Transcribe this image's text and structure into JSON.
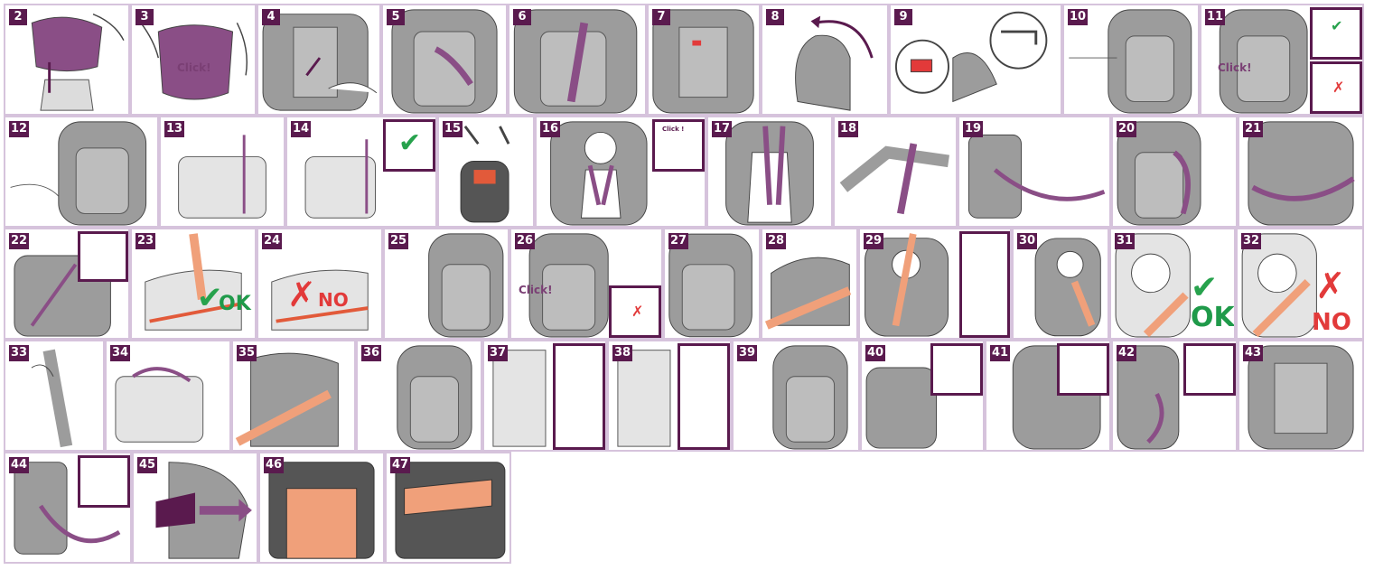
{
  "colors": {
    "purple": "#5a1a4e",
    "strap_purple": "#8a4e86",
    "seat_gray": "#9c9c9c",
    "belt_orange": "#f0a07a",
    "ok_green": "#27a24d",
    "no_red": "#e23a3a",
    "frame_lilac": "#d6c3dc"
  },
  "steps": [
    "2",
    "3",
    "4",
    "5",
    "6",
    "7",
    "8",
    "9",
    "10",
    "11",
    "12",
    "13",
    "14",
    "15",
    "16",
    "17",
    "18",
    "19",
    "20",
    "21",
    "22",
    "23",
    "24",
    "25",
    "26",
    "27",
    "28",
    "29",
    "30",
    "31",
    "32",
    "33",
    "34",
    "35",
    "36",
    "37",
    "38",
    "39",
    "40",
    "41",
    "42",
    "43",
    "44",
    "45",
    "46",
    "47"
  ],
  "labels": {
    "click": "Click!",
    "click_small": "Click !",
    "ok": "OK",
    "no": "NO",
    "check_icon": "check-mark",
    "cross_icon": "x-mark"
  }
}
